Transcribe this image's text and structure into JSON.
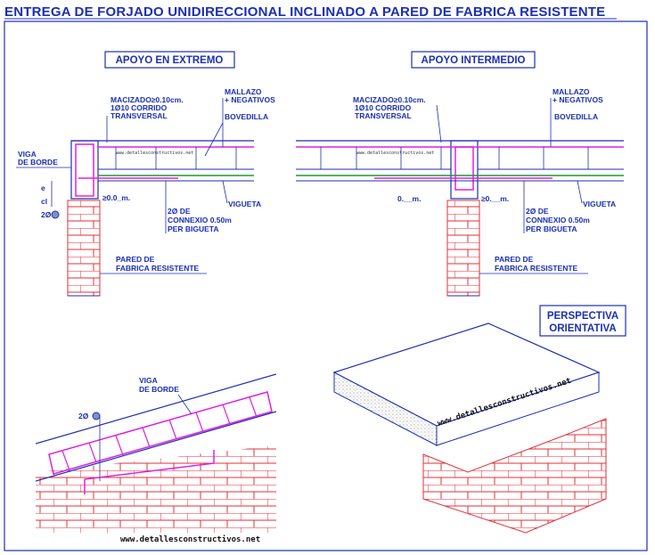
{
  "title": "ENTREGA DE FORJADO UNIDIRECCIONAL INCLINADO A PARED DE FABRICA RESISTENTE",
  "left_detail": {
    "heading": "APOYO EN EXTREMO",
    "macizado": "MACIZADO≥0.10cm.",
    "corrido_1": "1Ø10 CORRIDO",
    "corrido_2": "TRANSVERSAL",
    "mallazo_1": "MALLAZO",
    "mallazo_2": "+ NEGATIVOS",
    "bovedilla": "BOVEDILLA",
    "viga_1": "VIGA",
    "viga_2": "DE BORDE",
    "dim_e": "e",
    "dim_cl": "cl",
    "bar_2": "2Ø",
    "gap": "≥0.0_m.",
    "vigueta": "VIGUETA",
    "connexio_1": "2Ø DE",
    "connexio_2": "CONNEXIO 0.50m",
    "connexio_3": "PER BIGUETA",
    "pared_1": "PARED DE",
    "pared_2": "FABRICA RESISTENTE",
    "watermark": "www.detallesconstructivos.net"
  },
  "right_detail": {
    "heading": "APOYO INTERMEDIO",
    "macizado": "MACIZADO≥0.10cm.",
    "corrido_1": "1Ø10 CORRIDO",
    "corrido_2": "TRANSVERSAL",
    "mallazo_1": "MALLAZO",
    "mallazo_2": "+ NEGATIVOS",
    "bovedilla": "BOVEDILLA",
    "gap_left": "0.__m.",
    "gap_right": "≥0.__m.",
    "vigueta": "VIGUETA",
    "connexio_1": "2Ø DE",
    "connexio_2": "CONNEXIO 0.50m",
    "connexio_3": "PER BIGUETA",
    "pared_1": "PARED DE",
    "pared_2": "FABRICA RESISTENTE",
    "watermark": "www.detallesconstructivos.net"
  },
  "bottom_left": {
    "viga_1": "VIGA",
    "viga_2": "DE BORDE",
    "bar": "2Ø",
    "watermark": "www.detallesconstructivos.net"
  },
  "perspective": {
    "label_1": "PERSPECTIVA",
    "label_2": "ORIENTATIVA",
    "watermark": "www.detallesconstructivos.net"
  },
  "colors": {
    "blue": "#1c2fb0",
    "magenta": "#e020e0",
    "brick": "#e0303a",
    "green": "#1a9a3a",
    "concrete": "#3ab0c0"
  }
}
